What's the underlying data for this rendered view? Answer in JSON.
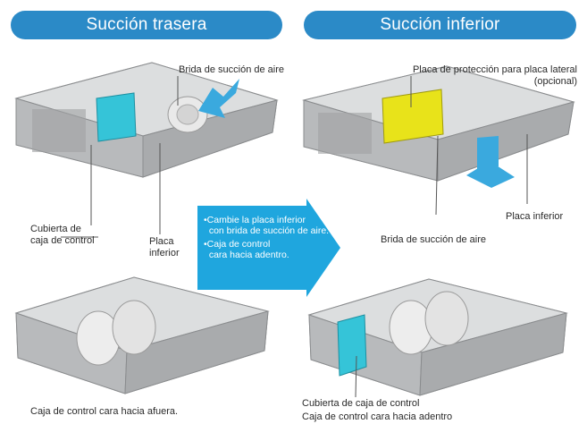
{
  "headers": {
    "left": "Succión trasera",
    "right": "Succión inferior"
  },
  "labels": {
    "brida_top": "Brida de succión de aire",
    "cubierta_left": "Cubierta de\ncaja de control",
    "placa_inferior_left": "Placa\ninferior",
    "placa_proteccion": "Placa de protección para placa lateral\n(opcional)",
    "placa_inferior_right": "Placa inferior",
    "brida_right": "Brida de succión de aire",
    "cubierta_bottom_right": "Cubierta de caja de control",
    "caption_left": "Caja de control cara hacia afuera.",
    "caption_right": "Caja de control cara hacia adentro"
  },
  "arrow": {
    "bullet1": "•Cambie la placa inferior\n  con brida de succión de aire.",
    "bullet2": "•Caja de control\n  cara hacia adentro."
  },
  "colors": {
    "header_blue": "#2b8ac7",
    "arrow_blue": "#1fa6de",
    "panel_cyan": "#35c4d8",
    "panel_yellow": "#e8e31a",
    "unit_gray": "#c4c6c8"
  }
}
